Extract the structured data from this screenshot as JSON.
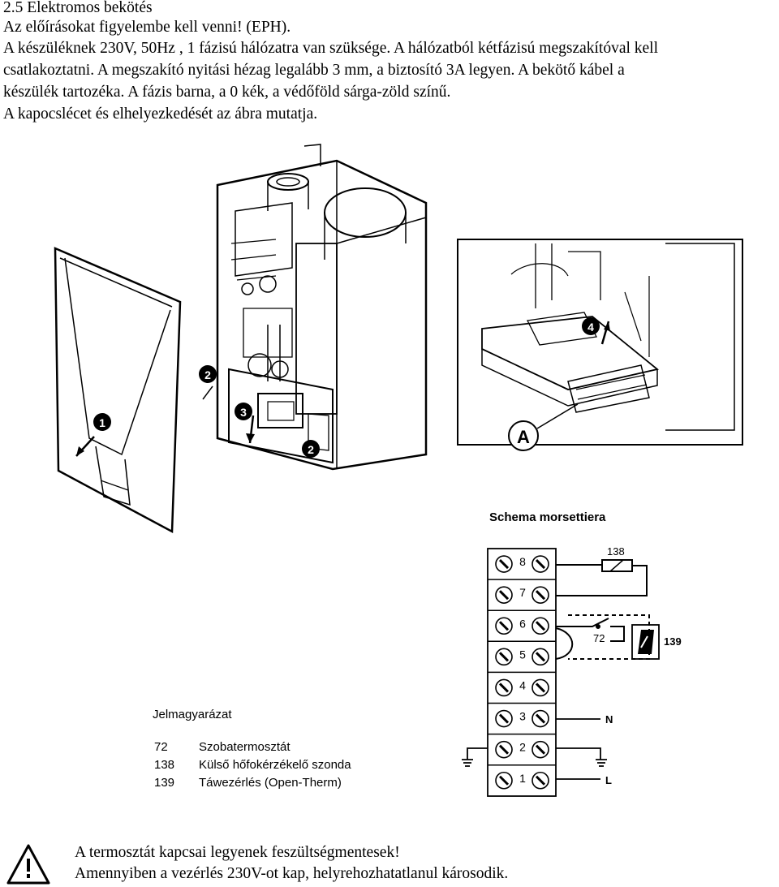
{
  "document": {
    "heading": "2.5 Elektromos bekötés",
    "lines": [
      "Az előírásokat figyelembe kell venni! (EPH).",
      "A készüléknek 230V, 50Hz , 1 fázisú hálózatra van szüksége. A hálózatból kétfázisú megszakítóval kell",
      "csatlakoztatni. A megszakító nyitási hézag legalább 3 mm, a biztosító 3A legyen. A bekötő kábel a",
      "készülék tartozéka. A fázis barna, a 0 kék, a védőföld sárga-zöld színű.",
      "A kapocslécet és elhelyezkedését az ábra mutatja."
    ]
  },
  "figure_boiler": {
    "callouts": [
      "1",
      "2",
      "3",
      "2",
      "4",
      "A"
    ]
  },
  "schema": {
    "title": "Schema morsettiera",
    "terminals": [
      "8",
      "7",
      "6",
      "5",
      "4",
      "3",
      "2",
      "1"
    ],
    "labels": {
      "sensor": "138",
      "thermostat": "72",
      "opentherm": "139",
      "neutral": "N",
      "line": "L"
    }
  },
  "legend": {
    "title": "Jelmagyarázat",
    "items": [
      {
        "code": "72",
        "text": "Szobatermosztát"
      },
      {
        "code": "138",
        "text": "Külső hőfokérzékelő szonda"
      },
      {
        "code": "139",
        "text": "Táwezérlés (Open-Therm)"
      }
    ]
  },
  "warning": {
    "icon": "warning-triangle-icon",
    "lines": [
      "A termosztát kapcsai legyenek feszültségmentesek!",
      "Amennyiben a vezérlés 230V-ot kap, helyrehozhatatlanul károsodik."
    ]
  }
}
